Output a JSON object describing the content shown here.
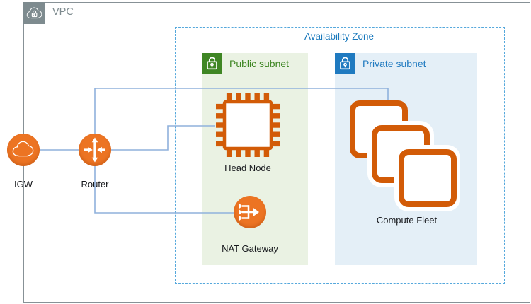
{
  "vpc": {
    "label": "VPC",
    "icon": "vpc-cloud-lock-icon"
  },
  "availability_zone": {
    "label": "Availability Zone"
  },
  "subnets": {
    "public": {
      "label": "Public subnet",
      "icon": "lock-icon"
    },
    "private": {
      "label": "Private subnet",
      "icon": "lock-icon"
    }
  },
  "nodes": {
    "igw": {
      "label": "IGW",
      "icon": "internet-gateway-cloud-icon"
    },
    "router": {
      "label": "Router",
      "icon": "router-arrows-icon"
    },
    "head_node": {
      "label": "Head Node",
      "icon": "ec2-chip-icon"
    },
    "nat_gateway": {
      "label": "NAT Gateway",
      "icon": "nat-gateway-arrows-icon"
    },
    "compute_fleet": {
      "label": "Compute Fleet",
      "icon": "instance-stack-icon"
    }
  },
  "edges": [
    {
      "from": "IGW",
      "to": "Router"
    },
    {
      "from": "Router",
      "to": "Head Node"
    },
    {
      "from": "Router",
      "to": "Compute Fleet"
    },
    {
      "from": "Router",
      "to": "NAT Gateway"
    }
  ],
  "colors": {
    "orange_node": "#EC7423",
    "orange_outline": "#D25B07",
    "vpc_gray": "#7E8B8F",
    "az_blue_text": "#1878BC",
    "az_dash_blue": "#55A8DC",
    "public_green": "#3F8624",
    "public_subnet_bg": "#EAF2E3",
    "private_blue": "#1F7AC0",
    "private_subnet_bg": "#E4EFF7",
    "connector_blue": "#8FB1DC"
  }
}
